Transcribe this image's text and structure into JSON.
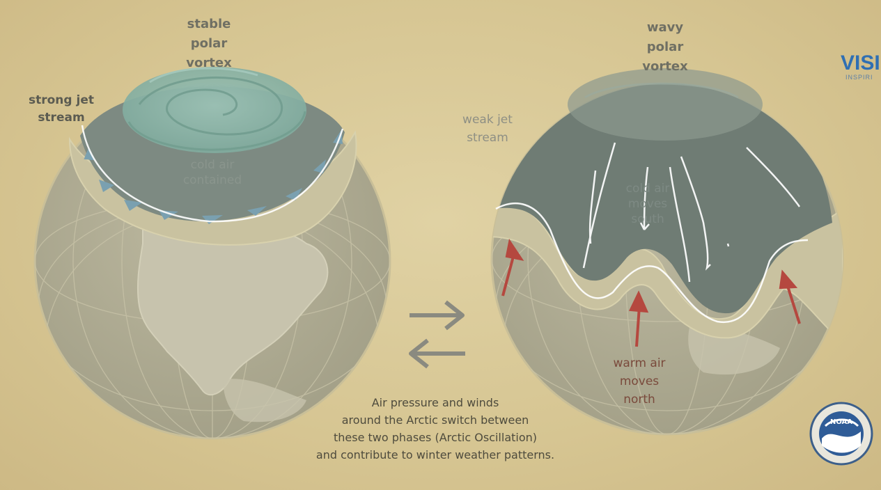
{
  "left_globe": {
    "title": "stable\npolar\nvortex",
    "jet_label": "strong jet\nstream",
    "inner_label": "cold air\ncontained"
  },
  "right_globe": {
    "title": "wavy\npolar\nvortex",
    "jet_label": "weak jet\nstream",
    "inner_label": "cold air\nmoves\nsouth",
    "warm_label": "warm air\nmoves\nnorth"
  },
  "caption": "Air pressure and winds\naround the Arctic switch between\nthese two phases (Arctic Oscillation)\nand contribute to winter weather patterns.",
  "logo": {
    "text": "VISI",
    "subtext": "INSPIRI",
    "emblem_text": "NOAA"
  },
  "icons": {
    "switch_arrows": "left-right-arrows-icon",
    "warm_arrows": "red-up-arrow-icon",
    "noaa": "noaa-seal-icon"
  },
  "colors": {
    "background": "#d9c997",
    "globe": "#b1ad94",
    "ice_cap": "#7d8c85",
    "vortex": "#8fb5a8",
    "jet_arrows": "#7aa0b0",
    "warm_arrow": "#b5483f",
    "annotation": "#ffffff"
  }
}
